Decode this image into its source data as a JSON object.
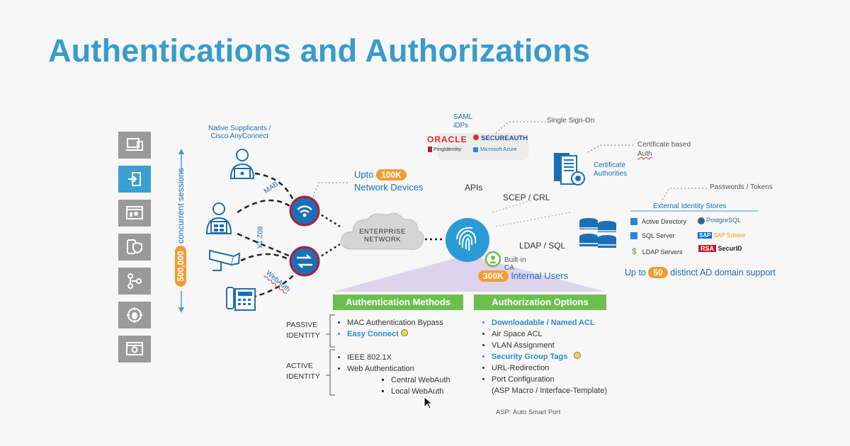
{
  "title": "Authentications and Authorizations",
  "sessions": {
    "count": "500,000",
    "label": "concurrent sessions"
  },
  "sidebar": [
    "laptop-icon",
    "login-icon",
    "dashboard-icon",
    "device-shield-icon",
    "network-icon",
    "bug-icon",
    "settings-icon"
  ],
  "endpoints": {
    "native_label_line1": "Native Supplicants /",
    "native_label_line2": "Cisco AnyConnect",
    "mab": "MAB",
    "dot1x": "802.1X",
    "webauth": "WebAuth"
  },
  "network_devices": {
    "upto": "Upto",
    "count": "100K",
    "label": "Network Devices"
  },
  "enterprise_network": {
    "line1": "ENTERPRISE",
    "line2": "NETWORK"
  },
  "saml": {
    "line1": "SAML",
    "line2": "iDPs",
    "sso": "Single Sign-On",
    "oracle": "ORACLE",
    "secureauth": "SECUREAUTH",
    "ping": "PingIdentity",
    "azure": "Microsoft Azure"
  },
  "cert": {
    "note_line1": "Certificate based",
    "note_line2": "Auth",
    "label_line1": "Certificate",
    "label_line2": "Authorities"
  },
  "protocols": {
    "apis": "APIs",
    "scep": "SCEP / CRL",
    "ldap": "LDAP / SQL"
  },
  "identity_stores": {
    "note": "Passwords / Tokens",
    "title": "External Identity Stores",
    "ad": "Active Directory",
    "postgres": "PostgreSQL",
    "sql": "SQL Server",
    "sap": "SAP Sybase",
    "ldap": "LDAP Servers",
    "rsa": "RSA",
    "securid": "SecurID",
    "upto": "Up to",
    "count": "50",
    "ad_support": "distinct AD domain support"
  },
  "builtin_ca": {
    "line1": "Built-in",
    "line2": "CA"
  },
  "internal_users": {
    "count": "300K",
    "label": "Internal Users"
  },
  "auth_methods": {
    "header": "Authentication Methods",
    "passive_line1": "PASSIVE",
    "passive_line2": "IDENTITY",
    "active_line1": "ACTIVE",
    "active_line2": "IDENTITY",
    "passive_items": [
      "MAC Authentication Bypass",
      "Easy Connect"
    ],
    "active_items": [
      "IEEE 802.1X",
      "Web Authentication"
    ],
    "webauth_sub": [
      "Central WebAuth",
      "Local WebAuth"
    ]
  },
  "authz_options": {
    "header": "Authorization Options",
    "items": [
      "Downloadable / Named ACL",
      "Air Space ACL",
      "VLAN Assignment",
      "Security Group Tags",
      "URL-Redirection",
      "Port Configuration",
      "(ASP Macro / Interface-Template)"
    ],
    "footnote": "ASP: Auto Smart Port"
  }
}
